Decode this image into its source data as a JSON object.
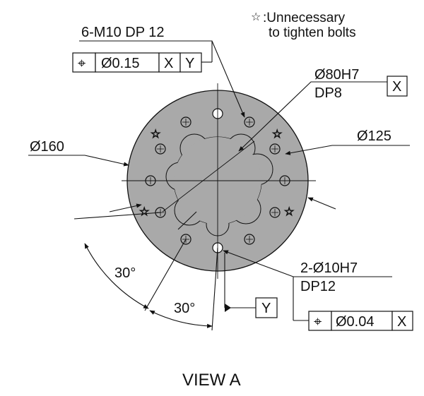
{
  "callouts": {
    "legend_mark": "☆",
    "legend_line1": ":Unnecessary",
    "legend_line2": "to tighten bolts",
    "bolts_label": "6-M10 DP 12",
    "bore_label_1": "Ø80H7",
    "bore_label_2": "DP8",
    "bore_datum": "X",
    "dia_outer": "Ø160",
    "dia_pcd": "Ø125",
    "pin_label_1": "2-Ø10H7",
    "pin_label_2": "DP12",
    "angle_1": "30°",
    "angle_2": "30°",
    "datum_y": "Y",
    "view_title": "VIEW A"
  },
  "fcf_bolts": {
    "symbol": "⌖",
    "tolerance": "Ø0.15",
    "datum_a": "X",
    "datum_b": "Y"
  },
  "fcf_pins": {
    "symbol": "⌖",
    "tolerance": "Ø0.04",
    "datum_a": "X"
  },
  "colors": {
    "flange_fill": "#a9a9a9",
    "line": "#111111"
  }
}
